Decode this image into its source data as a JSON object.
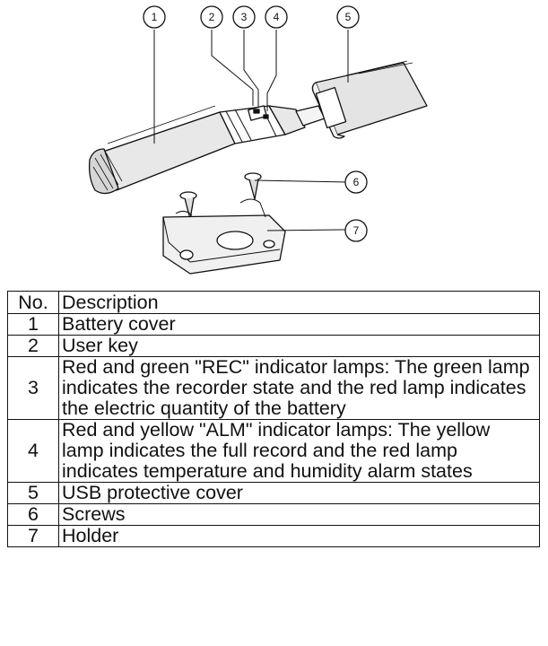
{
  "figure": {
    "callouts": [
      "1",
      "2",
      "3",
      "4",
      "5",
      "6",
      "7"
    ]
  },
  "table": {
    "headers": {
      "no": "No.",
      "description": "Description"
    },
    "rows": [
      {
        "no": "1",
        "description": "Battery cover"
      },
      {
        "no": "2",
        "description": "User key"
      },
      {
        "no": "3",
        "description": "Red and green \"REC\" indicator lamps: The green lamp indicates the recorder state and the red lamp indicates the electric quantity of the battery"
      },
      {
        "no": "4",
        "description": "Red and yellow \"ALM\" indicator lamps: The yellow lamp indicates the full record and the red lamp indicates temperature and humidity alarm states"
      },
      {
        "no": "5",
        "description": "USB protective cover"
      },
      {
        "no": "6",
        "description": "Screws"
      },
      {
        "no": "7",
        "description": "Holder"
      }
    ]
  }
}
